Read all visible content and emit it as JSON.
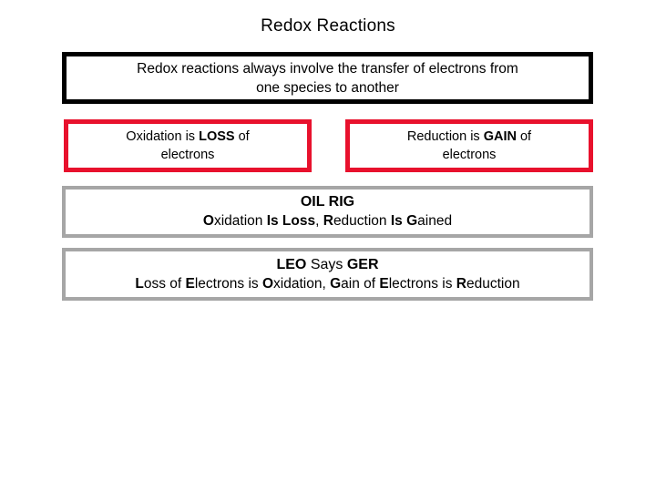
{
  "slide": {
    "title": "Redox Reactions",
    "background_color": "#ffffff",
    "text_color": "#000000"
  },
  "statement_box": {
    "border_color": "#000000",
    "line1": "Redox reactions always involve the transfer of electrons from",
    "line2": "one species to another",
    "full_text": "Redox reactions always involve the transfer of electrons from one species to another"
  },
  "definitions": [
    {
      "name": "oxidation",
      "border_color": "#e8112d",
      "prefix": "Oxidation is ",
      "emphasis": "LOSS",
      "suffix": " of",
      "line2": "electrons",
      "full_text": "Oxidation is LOSS of electrons"
    },
    {
      "name": "reduction",
      "border_color": "#e8112d",
      "prefix": "Reduction is ",
      "emphasis": "GAIN",
      "suffix": " of",
      "line2": "electrons",
      "full_text": "Reduction is GAIN of electrons"
    }
  ],
  "mnemonics": [
    {
      "name": "oil-rig",
      "border_color": "#a6a6a6",
      "acronym": "OIL RIG",
      "expansion_parts": [
        {
          "text": "O",
          "bold": true
        },
        {
          "text": "xidation ",
          "bold": false
        },
        {
          "text": "Is ",
          "bold": true
        },
        {
          "text": "Loss",
          "bold": true
        },
        {
          "text": ", ",
          "bold": false
        },
        {
          "text": "R",
          "bold": true
        },
        {
          "text": "eduction ",
          "bold": false
        },
        {
          "text": "Is ",
          "bold": true
        },
        {
          "text": "G",
          "bold": true
        },
        {
          "text": "ained",
          "bold": false
        }
      ],
      "expansion_text": "Oxidation Is Loss, Reduction Is Gained"
    },
    {
      "name": "leo-ger",
      "border_color": "#a6a6a6",
      "acronym_parts": [
        {
          "text": "LEO",
          "bold": true
        },
        {
          "text": " Says ",
          "bold": false
        },
        {
          "text": "GER",
          "bold": true
        }
      ],
      "acronym": "LEO Says GER",
      "expansion_parts": [
        {
          "text": "L",
          "bold": true
        },
        {
          "text": "oss of ",
          "bold": false
        },
        {
          "text": "E",
          "bold": true
        },
        {
          "text": "lectrons is ",
          "bold": false
        },
        {
          "text": "O",
          "bold": true
        },
        {
          "text": "xidation, ",
          "bold": false
        },
        {
          "text": "G",
          "bold": true
        },
        {
          "text": "ain of ",
          "bold": false
        },
        {
          "text": "E",
          "bold": true
        },
        {
          "text": "lectrons is ",
          "bold": false
        },
        {
          "text": "R",
          "bold": true
        },
        {
          "text": "eduction",
          "bold": false
        }
      ],
      "expansion_text": "Loss of Electrons is Oxidation, Gain of Electrons is Reduction"
    }
  ]
}
